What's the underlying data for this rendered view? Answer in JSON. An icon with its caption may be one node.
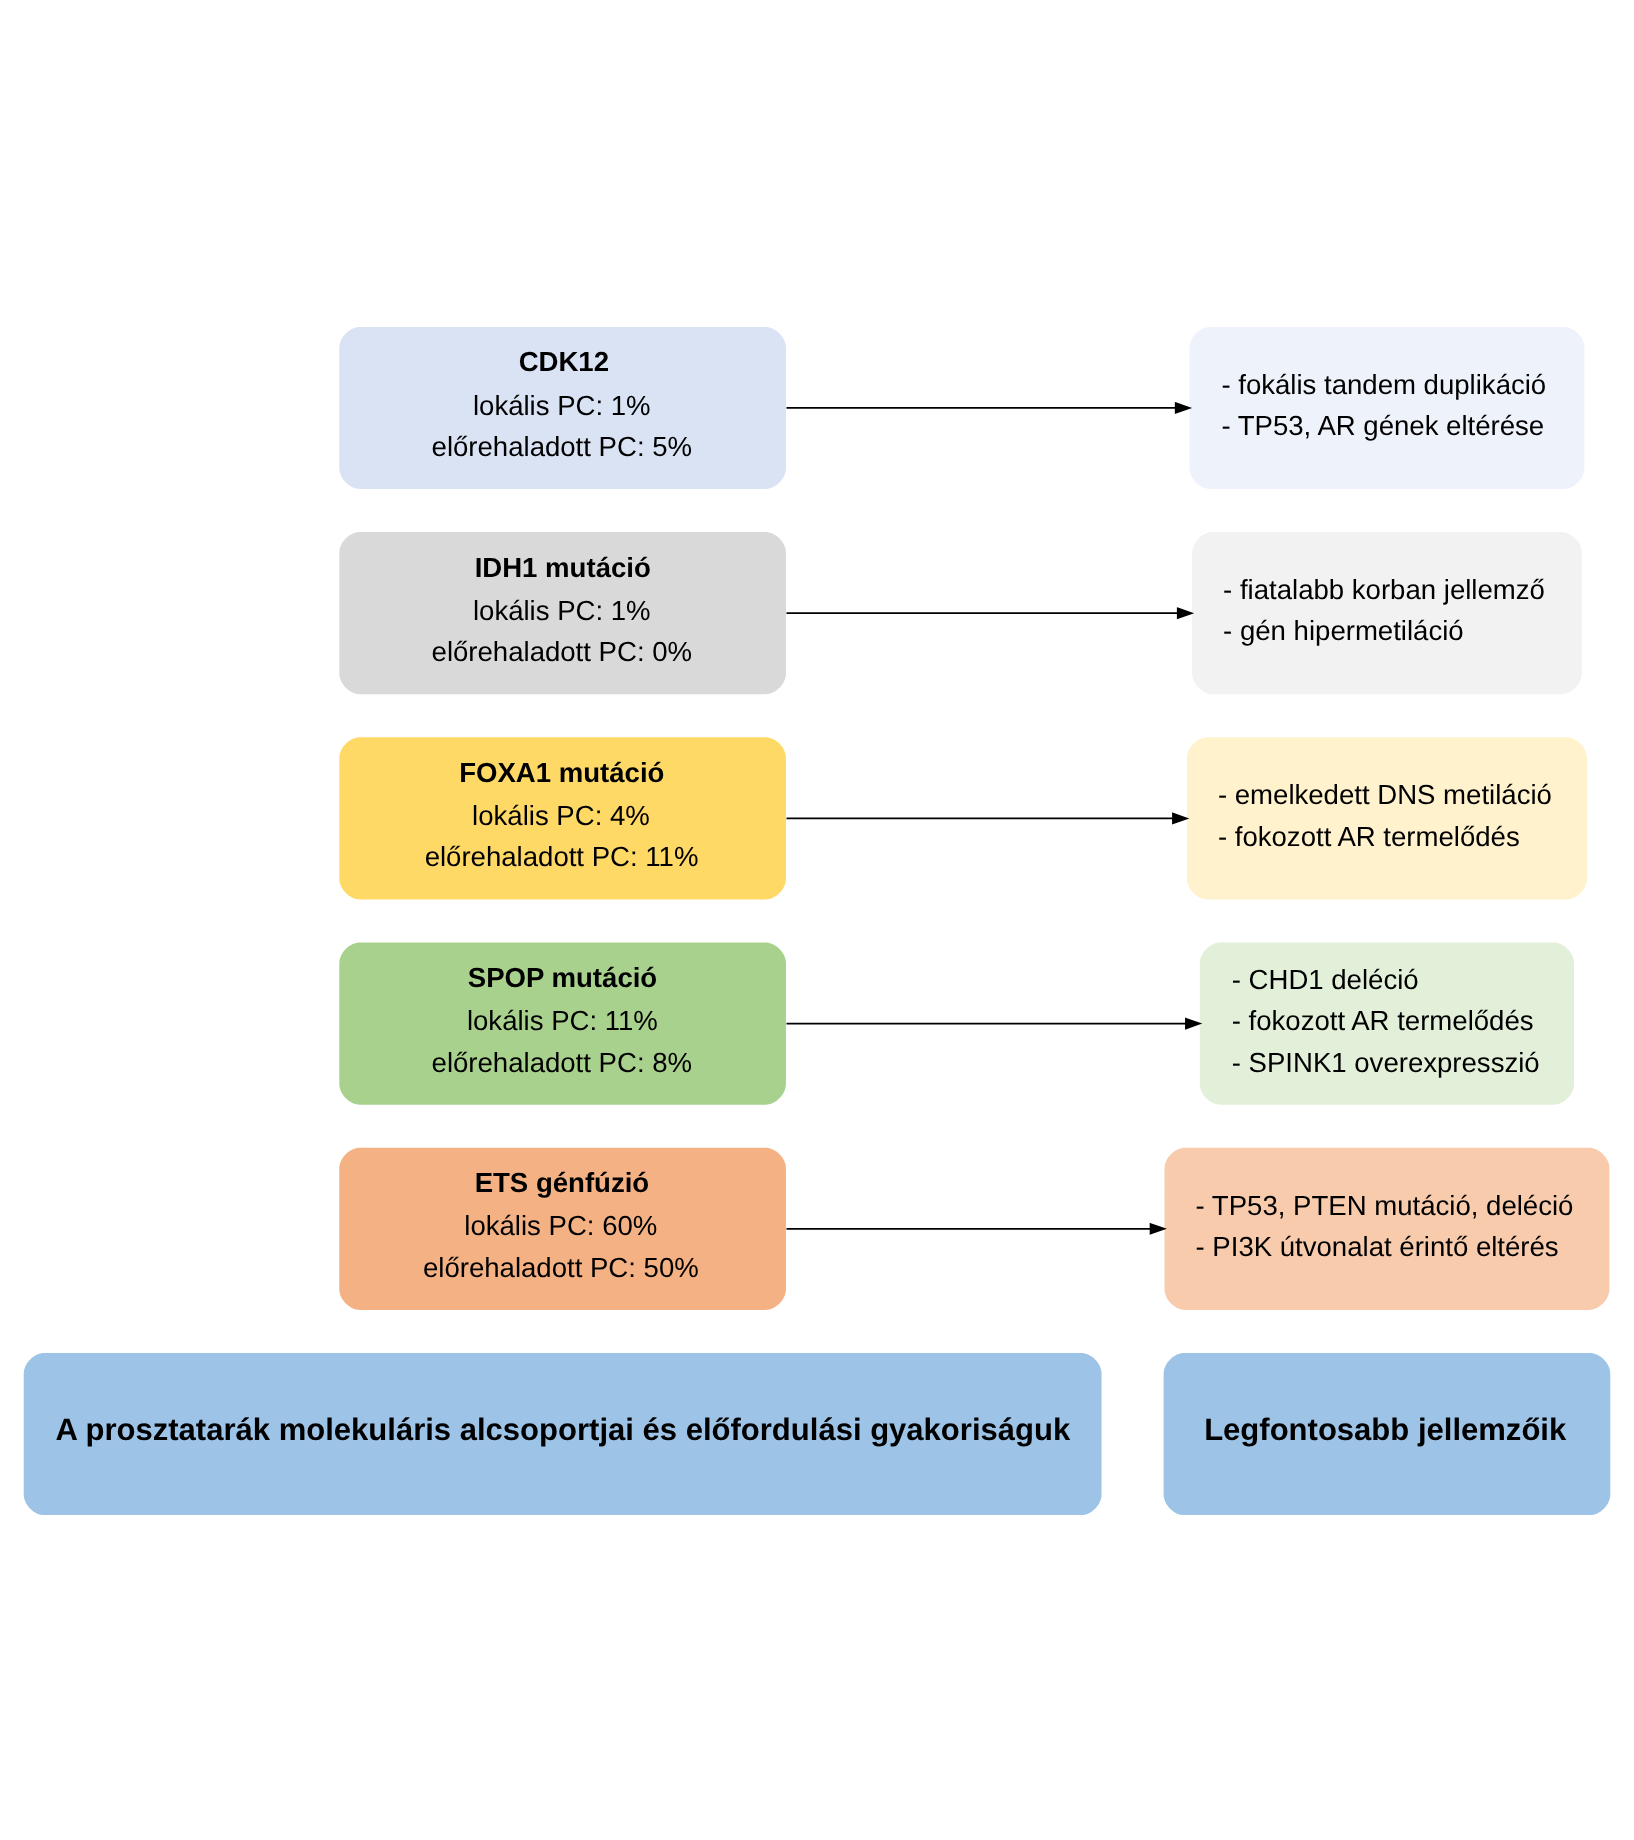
{
  "diagram": {
    "nodes": [
      {
        "text": [
          "A prosztatarák molekuláris alcsoportjai és előfordulási gyakoriságuk"
        ]
      },
      {
        "text": [
          "Legfontosabb jellemzőik"
        ]
      },
      {
        "text": [
          "ETS génfúzió",
          "lokális PC: 60%",
          "előrehaladott PC: 50%"
        ]
      },
      {
        "text": [
          "- TP53, PTEN mutáció, deléció",
          "- PI3K útvonalat érintő eltérés"
        ]
      },
      {
        "text": [
          "SPOP mutáció",
          "lokális PC: 11%",
          "előrehaladott PC: 8%"
        ]
      },
      {
        "text": [
          "- CHD1 deléció",
          "- fokozott AR termelődés",
          "- SPINK1 overexpresszió"
        ]
      },
      {
        "text": [
          "FOXA1 mutáció",
          "lokális PC: 4%",
          "előrehaladott PC: 11%"
        ]
      },
      {
        "text": [
          "- emelkedett DNS metiláció",
          "- fokozott AR termelődés"
        ]
      },
      {
        "text": [
          "IDH1 mutáció",
          "lokális PC: 1%",
          "előrehaladott PC: 0%"
        ]
      },
      {
        "text": [
          "- fiatalabb korban jellemző",
          "- gén hipermetiláció"
        ]
      },
      {
        "text": [
          "CDK12",
          "lokális PC: 1%",
          "előrehaladott PC: 5%"
        ]
      },
      {
        "text": [
          "- fokális tandem duplikáció",
          "- TP53, AR gének eltérése"
        ]
      }
    ],
    "edges": [
      {
        "from": 2,
        "to": 3,
        "arrow": "to"
      },
      {
        "from": 4,
        "to": 5,
        "arrow": "to"
      },
      {
        "from": 6,
        "to": 7,
        "arrow": "to"
      },
      {
        "from": 8,
        "to": 9,
        "arrow": "to"
      },
      {
        "from": 10,
        "to": 11,
        "arrow": "to"
      }
    ]
  }
}
